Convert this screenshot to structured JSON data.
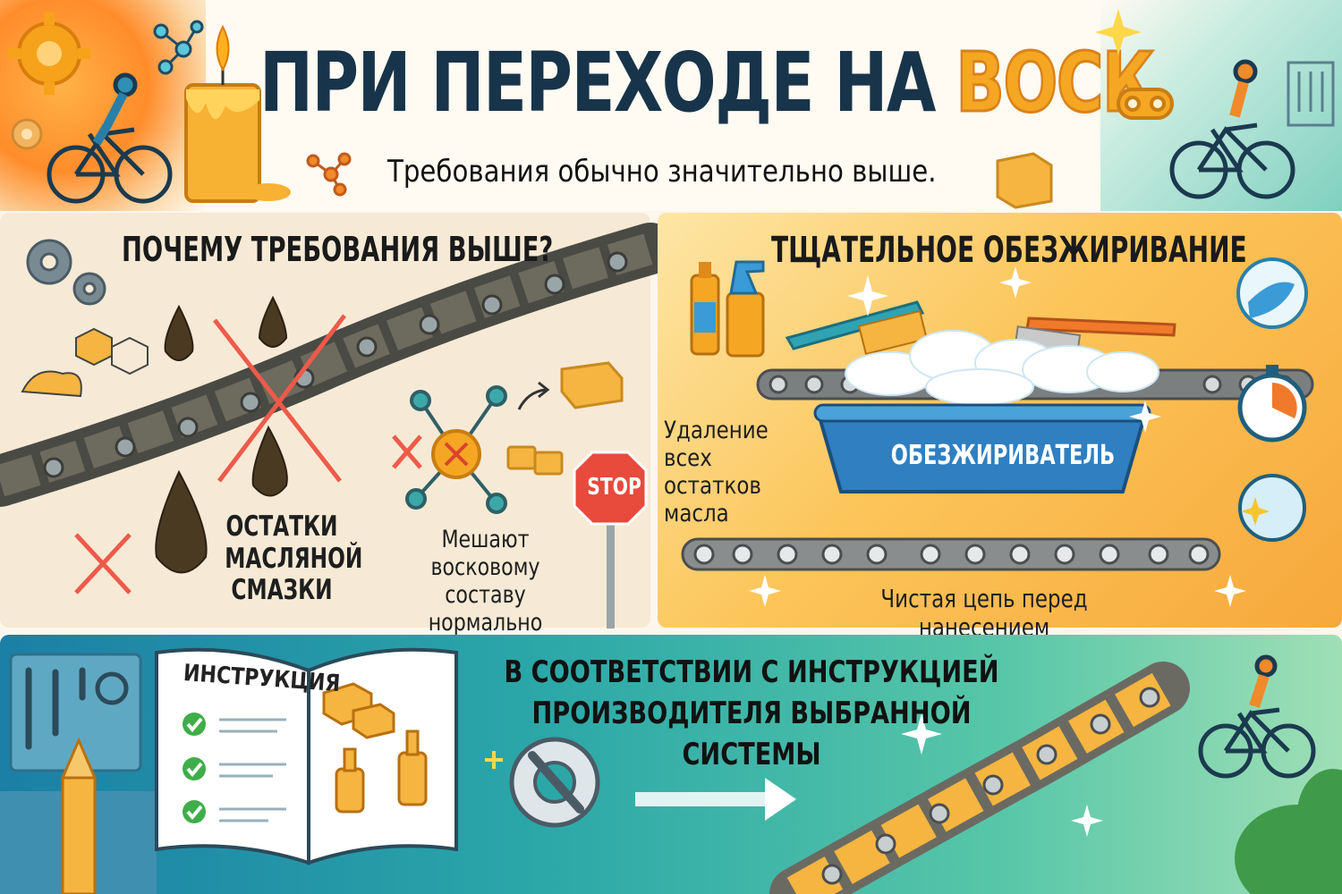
{
  "header": {
    "title_main": "ПРИ ПЕРЕХОДЕ НА ",
    "title_highlight": "ВОСК",
    "subtitle": "Требования обычно значительно выше."
  },
  "left_panel": {
    "heading": "ПОЧЕМУ ТРЕБОВАНИЯ ВЫШЕ?",
    "oil_caption": "ОСТАТКИ МАСЛЯНОЙ СМАЗКИ",
    "wax_caption": "Мешают восковому составу нормально работать",
    "stop_sign": "STOP"
  },
  "right_panel": {
    "heading": "ТЩАТЕЛЬНОЕ ОБЕЗЖИРИВАНИЕ",
    "remove_caption": "Удаление всех остатков масла",
    "degreaser_label": "ОБЕЗЖИРИВАТЕЛЬ",
    "clean_caption": "Чистая цепь перед нанесением"
  },
  "bottom_panel": {
    "book_label": "ИНСТРУКЦИЯ",
    "heading": "В СООТВЕТСТВИИ С ИНСТРУКЦИЕЙ ПРОИЗВОДИТЕЛЯ ВЫБРАННОЙ СИСТЕМЫ"
  },
  "colors": {
    "title_dark": "#17344a",
    "wax_orange": "#f5a623",
    "panel_left_bg": "#f6ead6",
    "panel_right_bg": "#fcc55a",
    "panel_bottom_bg": "#2ba7a8",
    "stop_red": "#e84a3c",
    "degreaser_blue": "#2f7fc1"
  },
  "icons": [
    "gear-icon",
    "molecule-icon",
    "candle-icon",
    "cyclist-icon",
    "chain-link-icon",
    "wax-cube-icon",
    "oil-drop-icon",
    "cross-icon",
    "stop-sign-icon",
    "bottle-icon",
    "spray-bottle-icon",
    "brush-icon",
    "degreaser-tub-icon",
    "stopwatch-icon",
    "sparkle-icon",
    "book-icon",
    "checkmark-icon",
    "wrench-gear-icon",
    "arrow-right-icon",
    "tools-board-icon"
  ]
}
